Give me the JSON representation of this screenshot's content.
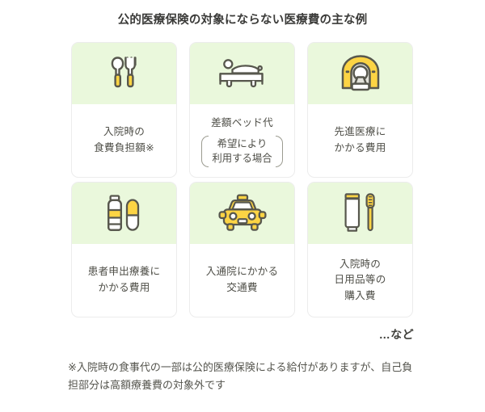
{
  "title": "公的医療保険の対象にならない医療費の主な例",
  "colors": {
    "icon_panel_green": "#eaf8dc",
    "icon_yellow": "#fcd444",
    "icon_outline": "#57574d",
    "icon_gray": "#d3d3cb",
    "card_border": "#ececec",
    "text": "#4f4f48",
    "title_text": "#3a3a38"
  },
  "cards": [
    {
      "icon": "spoon-fork-icon",
      "label": "入院時の\n食費負担額※",
      "note": null
    },
    {
      "icon": "hospital-bed-icon",
      "label": "差額ベッド代",
      "note": "希望により\n利用する場合"
    },
    {
      "icon": "mri-scanner-icon",
      "label": "先進医療に\nかかる費用",
      "note": null
    },
    {
      "icon": "medicine-bottle-capsule-icon",
      "label": "患者申出療養に\nかかる費用",
      "note": null
    },
    {
      "icon": "taxi-icon",
      "label": "入通院にかかる\n交通費",
      "note": null
    },
    {
      "icon": "toothpaste-toothbrush-icon",
      "label": "入院時の\n日用品等の\n購入費",
      "note": null
    }
  ],
  "etc_label": "…など",
  "footnote": "※入院時の食事代の一部は公的医療保険による給付がありますが、自己負担部分は高額療養費の対象外です"
}
